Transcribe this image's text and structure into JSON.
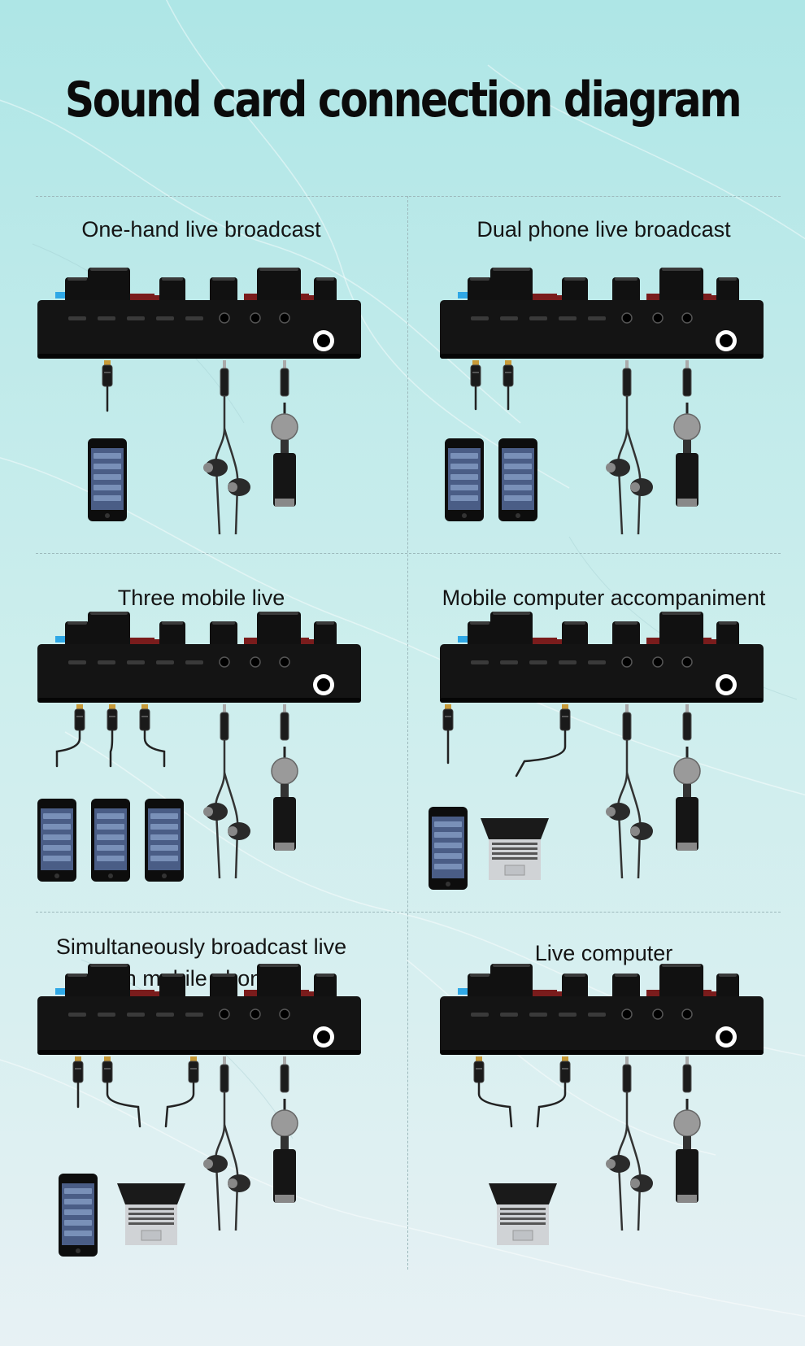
{
  "title": "Sound card connection diagram",
  "panels": [
    {
      "title": "One-hand live broadcast",
      "phones": 1,
      "laptop": false,
      "earphones": true,
      "mic": true
    },
    {
      "title": "Dual phone live broadcast",
      "phones": 2,
      "laptop": false,
      "earphones": true,
      "mic": true
    },
    {
      "title": "Three mobile live",
      "phones": 3,
      "laptop": false,
      "earphones": true,
      "mic": true
    },
    {
      "title": "Mobile computer accompaniment",
      "phones": 1,
      "laptop": true,
      "earphones": true,
      "mic": true
    },
    {
      "title": "Simultaneously broadcast live",
      "subtitle": "on mobile phone",
      "phones": 1,
      "laptop": true,
      "earphones": true,
      "mic": true
    },
    {
      "title": "Live computer",
      "phones": 0,
      "laptop": true,
      "earphones": true,
      "mic": true
    }
  ],
  "colors": {
    "device_body": "#141414",
    "knob_red": "#7a1c1c",
    "led_blue": "#2fa8e6",
    "phone_screen": "#4a5d86",
    "laptop_body": "#d0d3d6"
  },
  "icons": [
    "sound-card-icon",
    "phone-icon",
    "laptop-icon",
    "earphones-icon",
    "microphone-icon",
    "usb-plug-icon",
    "audio-jack-icon"
  ]
}
